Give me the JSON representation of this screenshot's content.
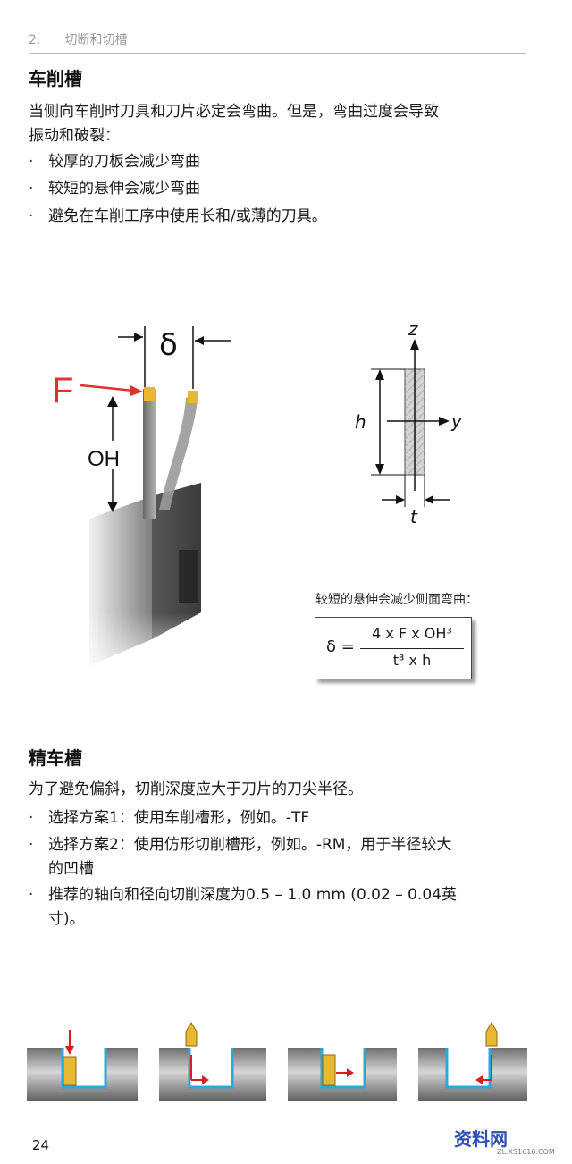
{
  "header": {
    "number": "2.",
    "section": "切断和切槽"
  },
  "section1": {
    "title": "车削槽",
    "intro_line1": "当侧向车削时刀具和刀片必定会弯曲。但是，弯曲过度会导致",
    "intro_line2": "振动和破裂：",
    "bullets": [
      "较厚的刀板会减少弯曲",
      "较短的悬伸会减少弯曲",
      "避免在车削工序中使用长和/或薄的刀具。"
    ]
  },
  "figure1": {
    "delta_label": "δ",
    "force_label": "F",
    "overhang_label": "OH",
    "z_label": "z",
    "y_label": "y",
    "h_label": "h",
    "t_label": "t",
    "force_color": "#e0322c"
  },
  "formula": {
    "caption": "较短的悬伸会减少侧面弯曲：",
    "lhs": "δ =",
    "numerator": "4 x F x OH³",
    "denominator": "t³ x h"
  },
  "section2": {
    "title": "精车槽",
    "intro": "为了避免偏斜，切削深度应大于刀片的刀尖半径。",
    "bullets": [
      {
        "line1": "选择方案1：使用车削槽形，例如。-TF",
        "line2": ""
      },
      {
        "line1": "选择方案2：使用仿形切削槽形，例如。-RM，用于半径较大",
        "line2": "的凹槽"
      },
      {
        "line1": "推荐的轴向和径向切削深度为0.5 – 1.0 mm (0.02 – 0.04英",
        "line2": "寸)。"
      }
    ]
  },
  "groove_sequence": {
    "steps": 4,
    "path_color": "#2aa8d8",
    "arrow_color": "#d62020",
    "insert_color": "#e8b830"
  },
  "footer": {
    "page_number": "24",
    "watermark": "资料网",
    "watermark_url": "ZL.XS1616.COM"
  }
}
